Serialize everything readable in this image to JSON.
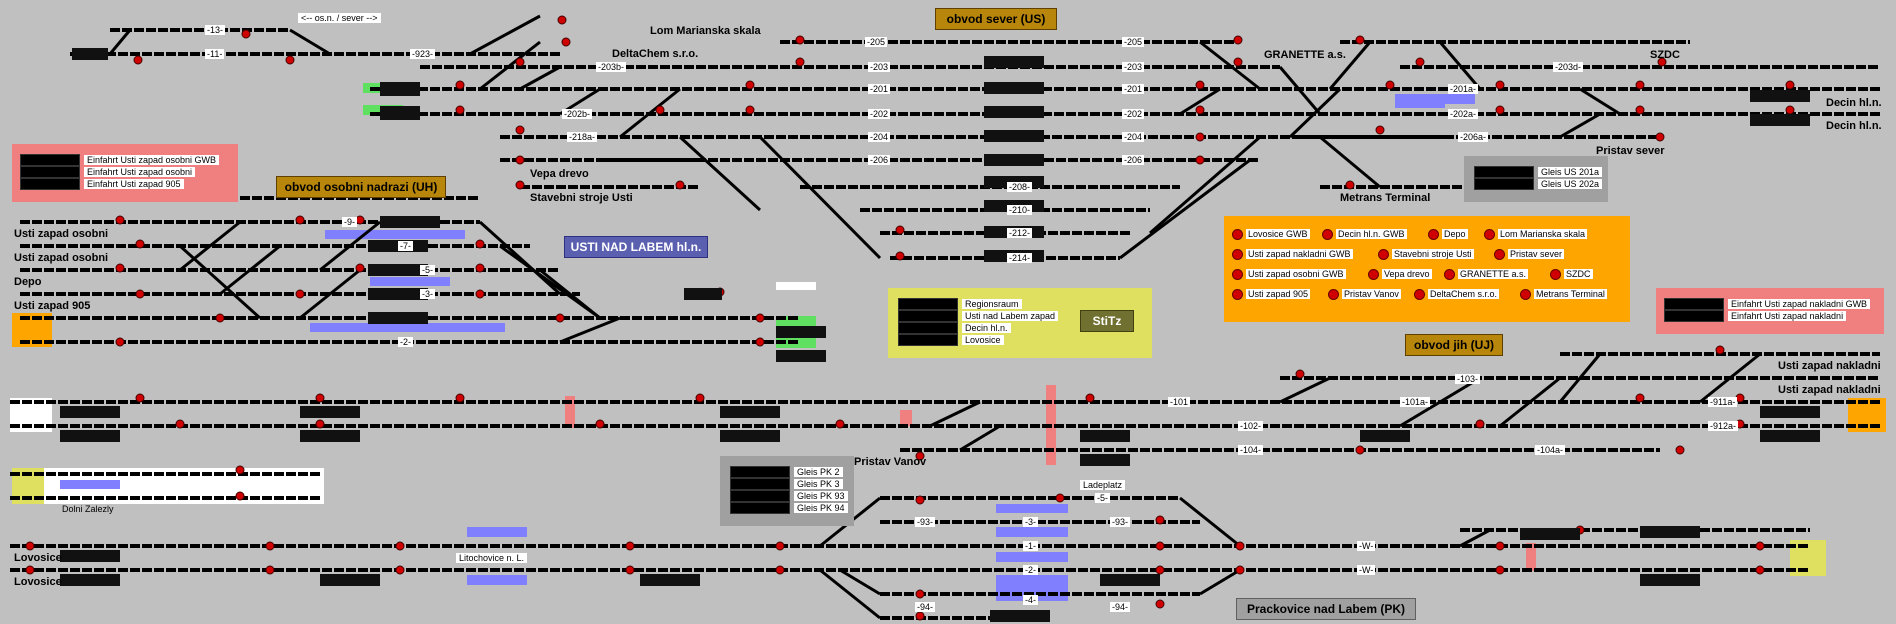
{
  "area_labels": {
    "obvod_sever": "obvod sever (US)",
    "obvod_osobni": "obvod osobni nadrazi (UH)",
    "usti_nad_labem": "USTI NAD LABEM hl.n.",
    "obvod_jih": "obvod jih (UJ)",
    "stitz": "StiTz",
    "prackovice": "Prackovice nad Labem (PK)"
  },
  "place_labels": {
    "direction_hint": "<-- os.n. / sever -->",
    "lom_marianska": "Lom Marianska skala",
    "deltachem": "DeltaChem s.r.o.",
    "granette": "GRANETTE a.s.",
    "szdc": "SZDC",
    "decin_1": "Decin hl.n.",
    "decin_2": "Decin hl.n.",
    "pristav_sever": "Pristav sever",
    "vepa": "Vepa drevo",
    "stavebni": "Stavebni stroje Usti",
    "metrans": "Metrans Terminal",
    "usti_zapad_osobni_1": "Usti zapad osobni",
    "usti_zapad_osobni_2": "Usti zapad osobni",
    "depo": "Depo",
    "usti_zapad_905": "Usti zapad 905",
    "usti_zapad_nakladni_1": "Usti zapad nakladni",
    "usti_zapad_nakladni_2": "Usti zapad nakladni",
    "pristav_vanov": "Pristav Vanov",
    "dolni_zalezly": "Dolni Zalezly",
    "lovosice_1": "Lovosice",
    "lovosice_2": "Lovosice",
    "litochovice": "Litochovice n. L.",
    "ladeplatz": "Ladeplatz"
  },
  "track_labels": [
    "-13-",
    "-11-",
    "-923-",
    "-205",
    "-205",
    "-203b-",
    "-203",
    "-203",
    "-201",
    "-201",
    "-202b-",
    "-202",
    "-202",
    "-204",
    "-204",
    "-218a-",
    "-206",
    "-206",
    "-208-",
    "-210-",
    "-212-",
    "-214-",
    "-201a-",
    "-202a-",
    "-203d-",
    "-206a-",
    "-9-",
    "-7-",
    "-5-",
    "-3-",
    "-1-",
    "-2-",
    "-101",
    "-101a-",
    "-102-",
    "-103-",
    "-104-",
    "-104a-",
    "-911a-",
    "-912a-",
    "-93-",
    "-3-",
    "-93-",
    "-1-",
    "-2-",
    "-94-",
    "-4-",
    "-94-",
    "-5-",
    "-W-",
    "-W-"
  ],
  "panels": {
    "einfahrt_osobni": [
      "Einfahrt Usti zapad osobni GWB",
      "Einfahrt Usti zapad osobni",
      "Einfahrt Usti zapad 905"
    ],
    "einfahrt_nakladni": [
      "Einfahrt Usti zapad nakladni GWB",
      "Einfahrt Usti zapad nakladni"
    ],
    "gleis_us": [
      "Gleis US 201a",
      "Gleis US 202a"
    ],
    "gleis_pk": [
      "Gleis PK 2",
      "Gleis PK 3",
      "Gleis PK 93",
      "Gleis PK 94"
    ],
    "regions": [
      "Regionsraum",
      "Usti nad Labem zapad",
      "Decin hl.n.",
      "Lovosice"
    ]
  },
  "destinations": [
    [
      "Lovosice GWB",
      "Decin hl.n. GWB",
      "Depo",
      "Lom Marianska skala"
    ],
    [
      "Usti zapad nakladni GWB",
      "Stavebni stroje Usti",
      "Pristav sever"
    ],
    [
      "Usti zapad osobni GWB",
      "Vepa drevo",
      "GRANETTE a.s.",
      "SZDC"
    ],
    [
      "Usti zapad 905",
      "Pristav Vanov",
      "DeltaChem s.r.o.",
      "Metrans Terminal"
    ]
  ],
  "colors": {
    "background": "#c0c0c0",
    "area_label": "#b8860b",
    "usti_label": "#5a5fb0",
    "signal_red": "#d00000",
    "occupied_blue": "#8080ff",
    "dest_box": "#ffa500",
    "panel_pink": "#f08080",
    "stitz_yellow": "#e0e060",
    "gray_panel": "#a0a0a0"
  }
}
